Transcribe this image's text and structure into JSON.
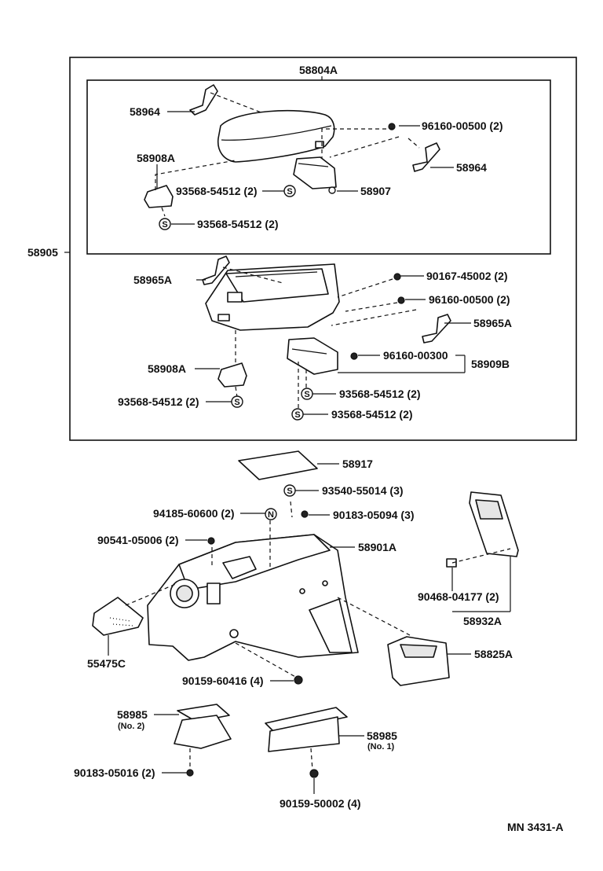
{
  "diagram": {
    "reference": "MN  3431-A",
    "labels": {
      "58804A": "58804A",
      "58964_a": "58964",
      "96160_00500_a": "96160-00500 (2)",
      "58908A_a": "58908A",
      "58964_b": "58964",
      "93568_54512_a": "93568-54512 (2)",
      "58907": "58907",
      "93568_54512_b": "93568-54512 (2)",
      "58905": "58905",
      "58965A_a": "58965A",
      "90167_45002": "90167-45002 (2)",
      "96160_00500_b": "96160-00500 (2)",
      "58965A_b": "58965A",
      "96160_00300": "96160-00300",
      "58909B": "58909B",
      "58908A_b": "58908A",
      "93568_54512_c": "93568-54512 (2)",
      "93568_54512_d": "93568-54512 (2)",
      "93568_54512_e": "93568-54512 (2)",
      "58917": "58917",
      "93540_55014": "93540-55014 (3)",
      "94185_60600": "94185-60600 (2)",
      "90183_05094": "90183-05094 (3)",
      "90541_05006": "90541-05006 (2)",
      "58901A": "58901A",
      "90468_04177": "90468-04177 (2)",
      "58932A": "58932A",
      "55475C": "55475C",
      "58825A": "58825A",
      "90159_60416": "90159-60416 (4)",
      "58985_no2": "58985",
      "58985_no2_sub": "(No. 2)",
      "90183_05016": "90183-05016 (2)",
      "58985_no1": "58985",
      "58985_no1_sub": "(No. 1)",
      "90159_50002": "90159-50002 (4)"
    },
    "symbols": {
      "s": "S",
      "n": "N"
    }
  }
}
